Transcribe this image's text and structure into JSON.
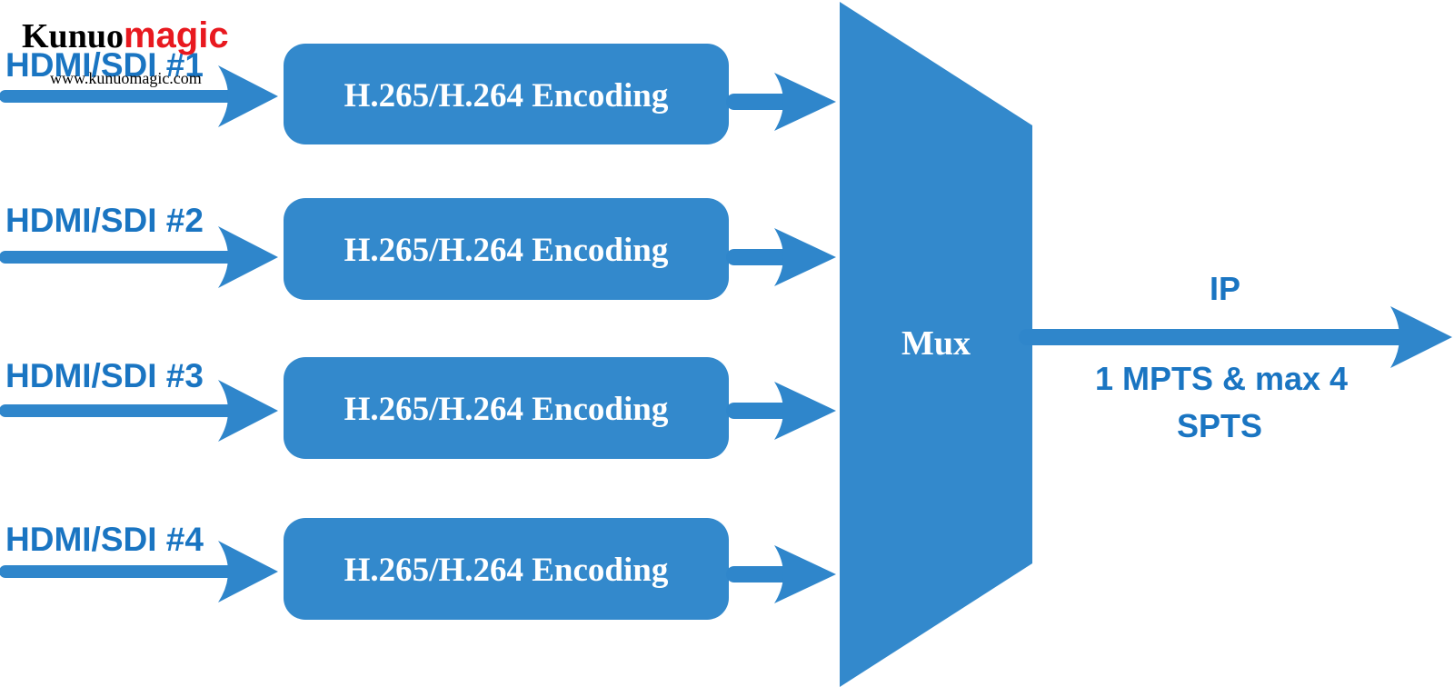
{
  "colors": {
    "accent": "#3389cc",
    "arrow": "#2f86cb",
    "text_blue": "#1a75c2",
    "box_text": "#ffffff",
    "brand_black": "#000000",
    "brand_red": "#e8191f"
  },
  "watermark": {
    "brand_part1": "Kunuo",
    "brand_part2": "magic",
    "url": "www.kunuomagic.com"
  },
  "inputs": [
    {
      "label": "HDMI/SDI #1",
      "box": "H.265/H.264 Encoding"
    },
    {
      "label": "HDMI/SDI #2",
      "box": "H.265/H.264 Encoding"
    },
    {
      "label": "HDMI/SDI #3",
      "box": "H.265/H.264 Encoding"
    },
    {
      "label": "HDMI/SDI #4",
      "box": "H.265/H.264 Encoding"
    }
  ],
  "mux": {
    "label": "Mux"
  },
  "output": {
    "top_label": "IP",
    "bottom_line1": "1 MPTS & max 4",
    "bottom_line2": "SPTS"
  }
}
